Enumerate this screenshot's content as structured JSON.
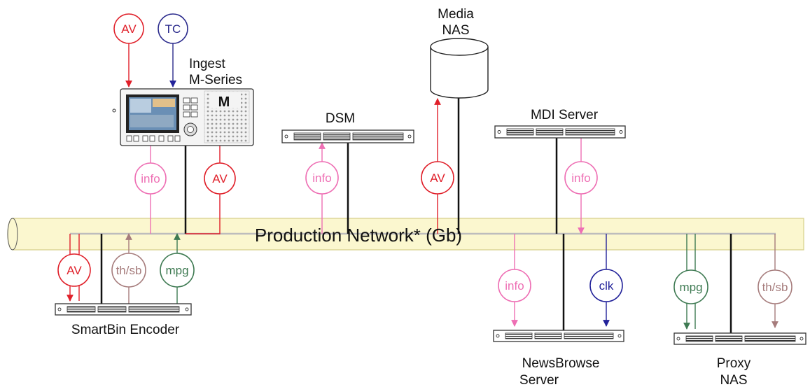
{
  "network": {
    "label": "Production Network* (Gb)"
  },
  "devices": {
    "ingest": {
      "line1": "Ingest",
      "line2": "M-Series",
      "logo": "M"
    },
    "media_nas": {
      "line1": "Media",
      "line2": "NAS"
    },
    "dsm": {
      "label": "DSM"
    },
    "mdi": {
      "label": "MDI Server"
    },
    "smartbin": {
      "label": "SmartBin Encoder"
    },
    "newsbrowse": {
      "line1": "NewsBrowse",
      "line2": "Server"
    },
    "proxy": {
      "line1": "Proxy",
      "line2": "NAS"
    }
  },
  "badges": {
    "av_top": "AV",
    "tc_top": "TC",
    "info_ingest": "info",
    "av_ingest": "AV",
    "info_dsm": "info",
    "av_nas": "AV",
    "info_mdi": "info",
    "av_smartbin": "AV",
    "thsb_smartbin": "th/sb",
    "mpg_smartbin": "mpg",
    "info_newsbrowse": "info",
    "clk_newsbrowse": "clk",
    "mpg_proxy": "mpg",
    "thsb_proxy": "th/sb"
  },
  "colors": {
    "av": "#e0202a",
    "tc": "#2a2a8c",
    "info": "#ee6fb4",
    "thsb": "#a67c7c",
    "mpg": "#3e7a52",
    "clk": "#23239a",
    "network_fill": "#fbf7cf",
    "network_stroke": "#d6d08c"
  }
}
